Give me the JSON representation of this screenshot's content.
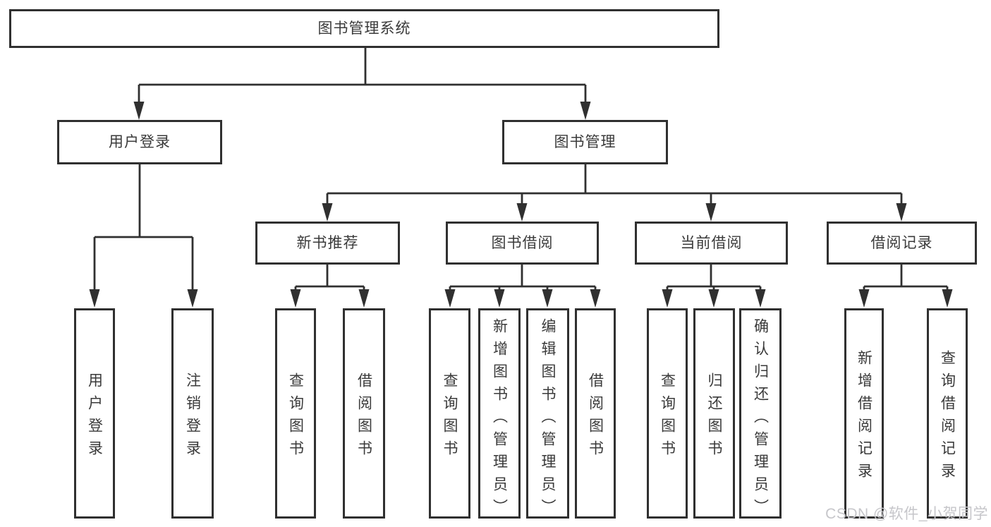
{
  "diagram": {
    "tree": {
      "label": "图书管理系统",
      "children": [
        {
          "label": "用户登录",
          "children": [
            {
              "label": "用户登录"
            },
            {
              "label": "注销登录"
            }
          ]
        },
        {
          "label": "图书管理",
          "children": [
            {
              "label": "新书推荐",
              "children": [
                {
                  "label": "查询图书"
                },
                {
                  "label": "借阅图书"
                }
              ]
            },
            {
              "label": "图书借阅",
              "children": [
                {
                  "label": "查询图书"
                },
                {
                  "label": "新增图书（管理员）"
                },
                {
                  "label": "编辑图书（管理员）"
                },
                {
                  "label": "借阅图书"
                }
              ]
            },
            {
              "label": "当前借阅",
              "children": [
                {
                  "label": "查询图书"
                },
                {
                  "label": "归还图书"
                },
                {
                  "label": "确认归还（管理员）"
                }
              ]
            },
            {
              "label": "借阅记录",
              "children": [
                {
                  "label": "新增借阅记录"
                },
                {
                  "label": "查询借阅记录"
                }
              ]
            }
          ]
        }
      ]
    },
    "watermark": "CSDN @软件_小贺同学",
    "colors": {
      "line": "#303030",
      "text": "#3a3a3a",
      "background": "#ffffff",
      "watermark": "#c6c6ca"
    }
  }
}
